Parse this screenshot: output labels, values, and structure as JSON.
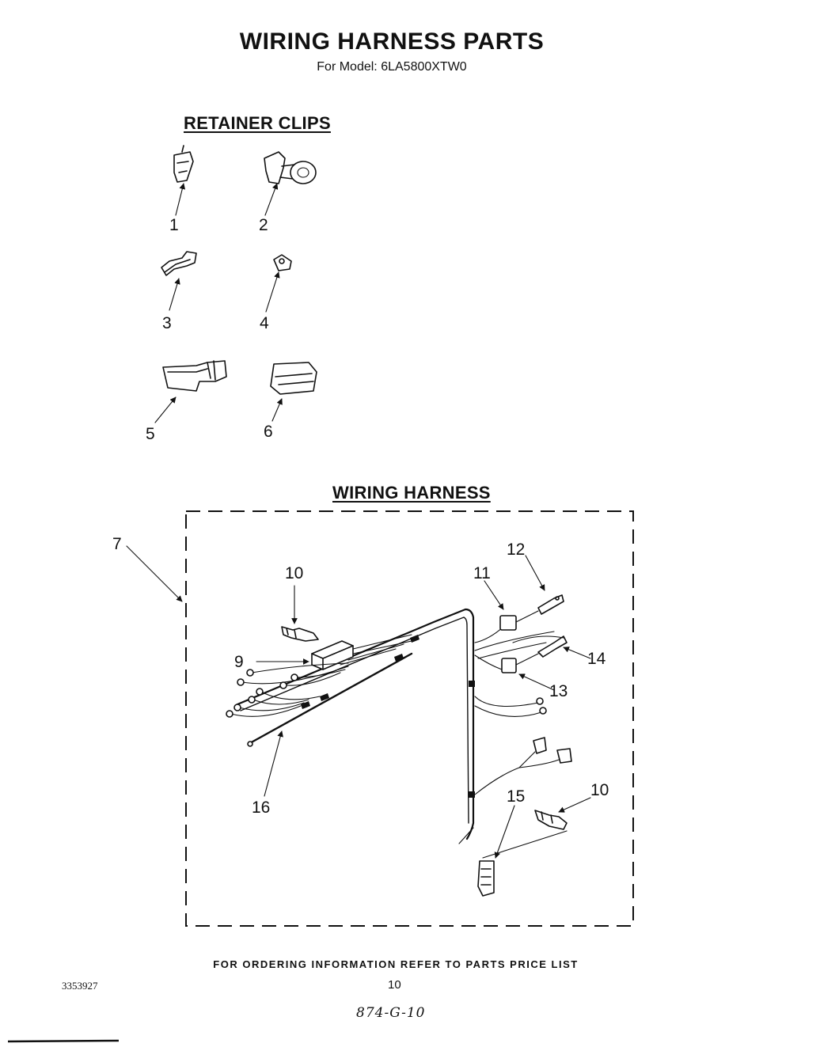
{
  "page": {
    "title": "WIRING HARNESS PARTS",
    "subtitle": "For Model: 6LA5800XTW0"
  },
  "retainer_clips": {
    "heading": "RETAINER CLIPS",
    "callouts": [
      "1",
      "2",
      "3",
      "4",
      "5",
      "6"
    ]
  },
  "wiring_harness": {
    "heading": "WIRING HARNESS",
    "callouts": {
      "c7": "7",
      "c9": "9",
      "c10a": "10",
      "c10b": "10",
      "c11": "11",
      "c12": "12",
      "c13": "13",
      "c14": "14",
      "c15": "15",
      "c16": "16"
    }
  },
  "footer": {
    "ordering_note": "FOR ORDERING INFORMATION REFER TO PARTS PRICE LIST",
    "document_number": "3353927",
    "page_number": "10",
    "handwritten_note": "874-G-10"
  }
}
